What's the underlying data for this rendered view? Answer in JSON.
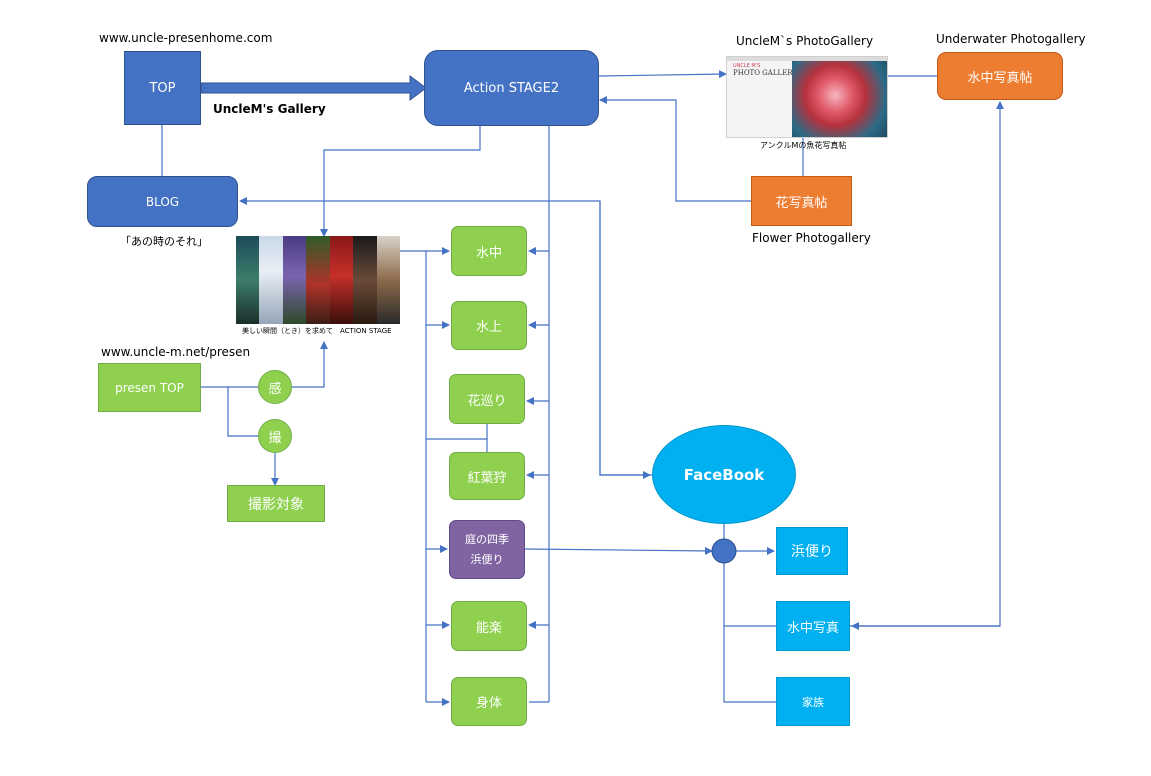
{
  "labels": {
    "top_url": "www.uncle-presenhome.com",
    "gallery_label": "UncleM's Gallery",
    "blog_caption": "「あの時のそれ」",
    "photogallery_title": "UncleM`s PhotoGallery",
    "photogallery_caption": "アンクルMの魚花写真帖",
    "underwater_title": "Underwater Photogallery",
    "flower_title": "Flower Photogallery",
    "presen_url": "www.uncle-m.net/presen",
    "action_caption": "美しい瞬間（とき）を求めて　ACTION STAGE",
    "thumb_header": "PHOTO GALLERY",
    "thumb_brand": "UNCLE M'S"
  },
  "nodes": {
    "top": "TOP",
    "action_stage2": "Action STAGE2",
    "blog": "BLOG",
    "underwater_album": "水中写真帖",
    "flower_album": "花写真帖",
    "presen_top": "presen TOP",
    "kan": "感",
    "satsu": "撮",
    "subject": "撮影対象",
    "suichu": "水中",
    "suijo": "水上",
    "hanameguri": "花巡り",
    "momijigari": "紅葉狩",
    "niwa_line1": "庭の四季",
    "niwa_line2": "浜便り",
    "nogaku": "能楽",
    "shintai": "身体",
    "facebook": "FaceBook",
    "hamadayori": "浜便り",
    "fb_suichu": "水中写真",
    "kazoku": "家族"
  },
  "colors": {
    "blue": "#4472C4",
    "green": "#8FD14F",
    "orange": "#ED7D31",
    "cyan": "#00B0F0",
    "purple": "#8064A2",
    "connector": "#4472C4"
  }
}
